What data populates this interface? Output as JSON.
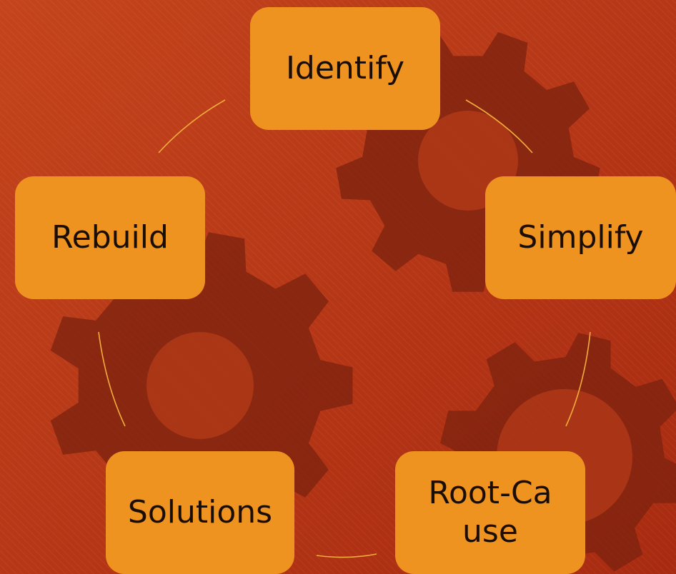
{
  "colors": {
    "background_light": "#c4441c",
    "background_dark": "#a82a10",
    "gear_fill": "#7e230f",
    "node_fill": "#ef9320",
    "connector_stroke": "#f2ad3c",
    "text": "#1a0e04"
  },
  "cycle": {
    "steps": [
      {
        "label": "Identify"
      },
      {
        "label": "Simplify"
      },
      {
        "label": "Root-Cause"
      },
      {
        "label": "Solutions"
      },
      {
        "label": "Rebuild"
      }
    ]
  }
}
